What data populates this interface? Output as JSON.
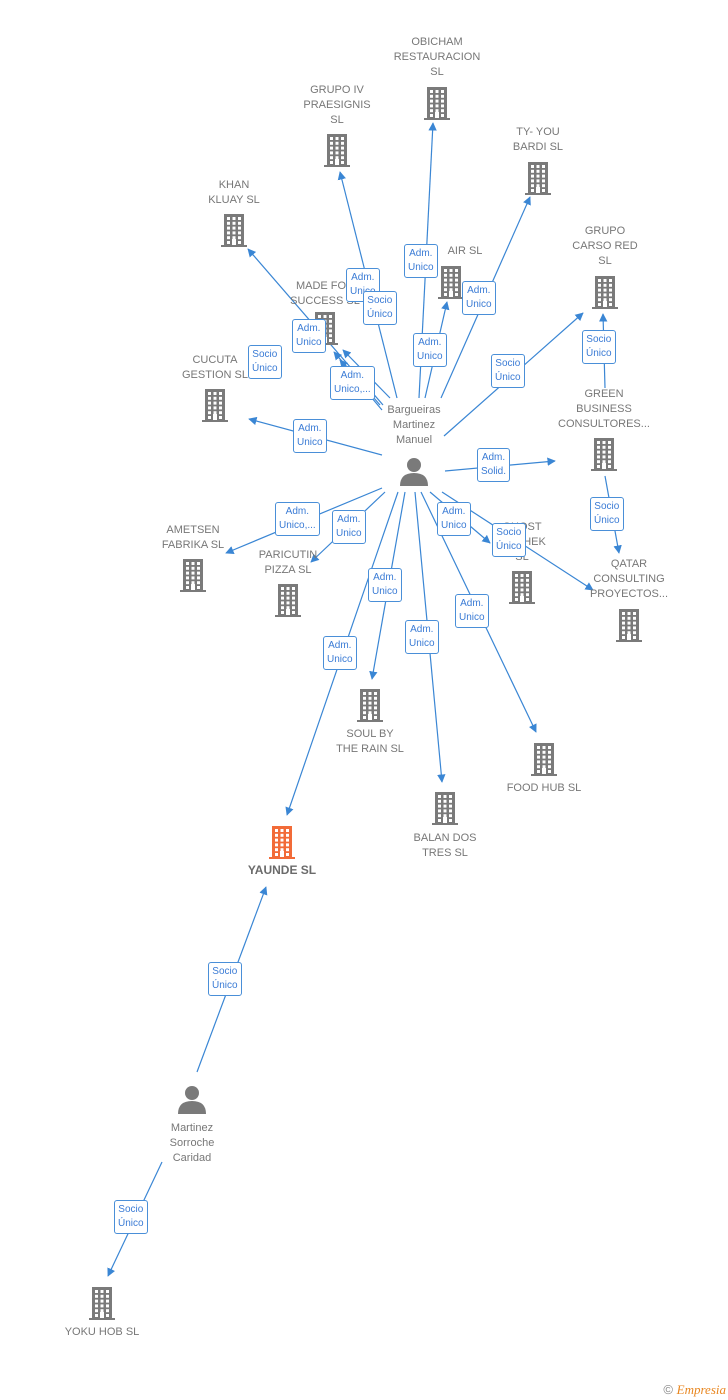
{
  "colors": {
    "edge": "#3a86d4",
    "building": "#7a7a7a",
    "building_target": "#f26b38",
    "person": "#7a7a7a"
  },
  "nodes": [
    {
      "id": "obicham",
      "type": "company",
      "label": "OBICHAM\nRESTAURACION\nSL"
    },
    {
      "id": "grupo_iv",
      "type": "company",
      "label": "GRUPO IV\nPRAESIGNIS\nSL"
    },
    {
      "id": "ty_you",
      "type": "company",
      "label": "TY- YOU\nBARDI  SL"
    },
    {
      "id": "khan",
      "type": "company",
      "label": "KHAN\nKLUAY  SL"
    },
    {
      "id": "grupo_carso",
      "type": "company",
      "label": "GRUPO\nCARSO RED\nSL"
    },
    {
      "id": "air",
      "type": "company",
      "label": "AIR  SL"
    },
    {
      "id": "made_for",
      "type": "company",
      "label": "MADE FOR\nSUCCESS  SL"
    },
    {
      "id": "cucuta",
      "type": "company",
      "label": "CUCUTA\nGESTION  SL"
    },
    {
      "id": "bargueiras",
      "type": "person",
      "label": "Bargueiras\nMartinez\nManuel"
    },
    {
      "id": "green",
      "type": "company",
      "label": "GREEN\nBUSINESS\nCONSULTORES..."
    },
    {
      "id": "ametsen",
      "type": "company",
      "label": "AMETSEN\nFABRIKA  SL"
    },
    {
      "id": "paricutin",
      "type": "company",
      "label": "PARICUTIN\nPIZZA  SL"
    },
    {
      "id": "ghost",
      "type": "company",
      "label": "GHOST\nKITCHEK\nSL"
    },
    {
      "id": "qatar",
      "type": "company",
      "label": "QATAR\nCONSULTING\nPROYECTOS..."
    },
    {
      "id": "soul",
      "type": "company",
      "label": "SOUL BY\nTHE RAIN  SL"
    },
    {
      "id": "food_hub",
      "type": "company",
      "label": "FOOD HUB  SL"
    },
    {
      "id": "balan",
      "type": "company",
      "label": "BALAN DOS\nTRES  SL"
    },
    {
      "id": "yaunde",
      "type": "target",
      "label": "YAUNDE  SL"
    },
    {
      "id": "martinez",
      "type": "person",
      "label": "Martinez\nSorroche\nCaridad"
    },
    {
      "id": "yoku",
      "type": "company",
      "label": "YOKU HOB  SL"
    }
  ],
  "edges": [
    {
      "from": "bargueiras",
      "to": "obicham",
      "label": "Adm.\nUnico"
    },
    {
      "from": "bargueiras",
      "to": "grupo_iv",
      "label": "Adm.\nUnico"
    },
    {
      "from": "bargueiras",
      "to": "ty_you",
      "label": "Adm.\nUnico"
    },
    {
      "from": "bargueiras",
      "to": "khan",
      "label": "Socio\nÚnico"
    },
    {
      "from": "bargueiras",
      "to": "made_for",
      "label": "Socio\nÚnico"
    },
    {
      "from": "bargueiras",
      "to": "made_for",
      "label": "Adm.\nUnico"
    },
    {
      "from": "bargueiras",
      "to": "made_for",
      "label": "Adm.\nUnico,..."
    },
    {
      "from": "bargueiras",
      "to": "air",
      "label": "Adm.\nUnico"
    },
    {
      "from": "bargueiras",
      "to": "grupo_carso",
      "label": "Socio\nÚnico"
    },
    {
      "from": "green",
      "to": "grupo_carso",
      "label": "Socio\nÚnico"
    },
    {
      "from": "bargueiras",
      "to": "cucuta",
      "label": "Adm.\nUnico"
    },
    {
      "from": "bargueiras",
      "to": "green",
      "label": "Adm.\nSolid."
    },
    {
      "from": "green",
      "to": "qatar",
      "label": "Socio\nÚnico"
    },
    {
      "from": "bargueiras",
      "to": "ametsen",
      "label": "Adm.\nUnico,..."
    },
    {
      "from": "bargueiras",
      "to": "paricutin",
      "label": "Adm.\nUnico"
    },
    {
      "from": "bargueiras",
      "to": "ghost",
      "label": "Adm.\nUnico"
    },
    {
      "from": "bargueiras",
      "to": "qatar",
      "label": "Socio\nÚnico"
    },
    {
      "from": "bargueiras",
      "to": "soul",
      "label": "Adm.\nUnico"
    },
    {
      "from": "bargueiras",
      "to": "yaunde",
      "label": "Adm.\nUnico"
    },
    {
      "from": "bargueiras",
      "to": "balan",
      "label": "Adm.\nUnico"
    },
    {
      "from": "bargueiras",
      "to": "food_hub",
      "label": "Adm.\nUnico"
    },
    {
      "from": "martinez",
      "to": "yaunde",
      "label": "Socio\nÚnico"
    },
    {
      "from": "martinez",
      "to": "yoku",
      "label": "Socio\nÚnico"
    }
  ],
  "footer": {
    "copyright": "©",
    "brand": "Empresia"
  }
}
